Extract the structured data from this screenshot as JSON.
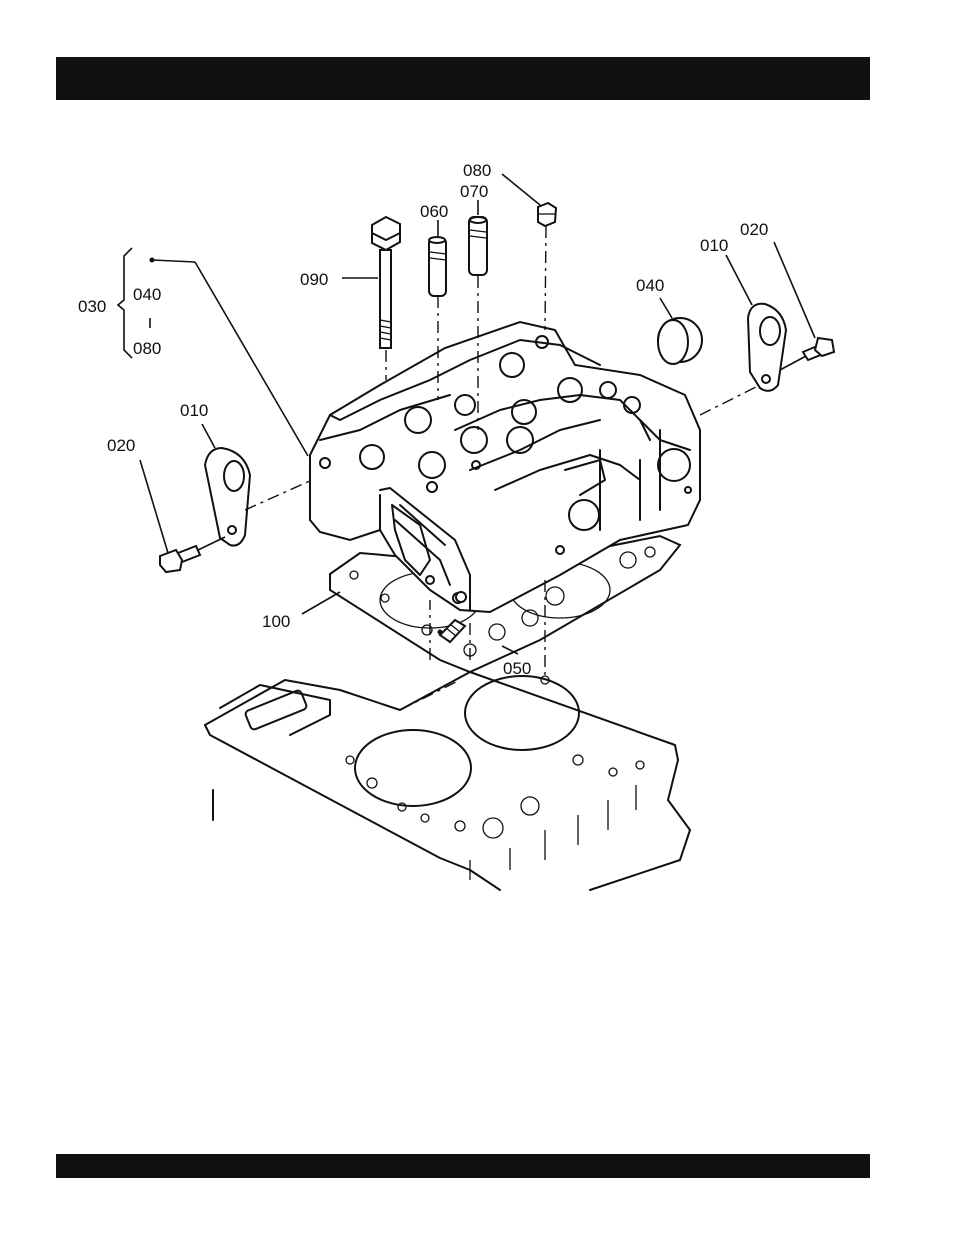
{
  "header_bar": "",
  "footer_bar": "",
  "callouts": {
    "p080": "080",
    "p070": "070",
    "p060": "060",
    "p090": "090",
    "p030": "030",
    "p040a": "040",
    "p080b": "080",
    "p040": "040",
    "p010r": "010",
    "p020r": "020",
    "p010l": "010",
    "p020l": "020",
    "p100": "100",
    "p050": "050"
  }
}
